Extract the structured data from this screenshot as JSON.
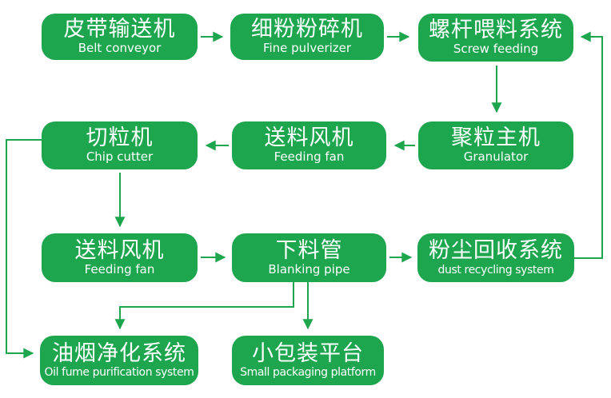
{
  "colors": {
    "node_green": "#1ea64f",
    "text_white": "#ffffff",
    "background": "#ffffff"
  },
  "nodes": [
    {
      "id": "belt-conveyor",
      "zh": "皮带输送机",
      "en": "Belt conveyor"
    },
    {
      "id": "fine-pulverizer",
      "zh": "细粉粉碎机",
      "en": "Fine pulverizer"
    },
    {
      "id": "screw-feeding",
      "zh": "螺杆喂料系统",
      "en": "Screw feeding"
    },
    {
      "id": "chip-cutter",
      "zh": "切粒机",
      "en": "Chip cutter"
    },
    {
      "id": "feeding-fan-upper",
      "zh": "送料风机",
      "en": "Feeding fan"
    },
    {
      "id": "granulator",
      "zh": "聚粒主机",
      "en": "Granulator"
    },
    {
      "id": "feeding-fan-lower",
      "zh": "送料风机",
      "en": "Feeding fan"
    },
    {
      "id": "blanking-pipe",
      "zh": "下料管",
      "en": "Blanking pipe"
    },
    {
      "id": "dust-recycling-system",
      "zh": "粉尘回收系统",
      "en": "dust recycling system"
    },
    {
      "id": "oil-fume-purification-system",
      "zh": "油烟净化系统",
      "en": "Oil fume purification system"
    },
    {
      "id": "small-packaging-platform",
      "zh": "小包装平台",
      "en": "Small packaging platform"
    }
  ],
  "connections": [
    {
      "from": "belt-conveyor",
      "to": "fine-pulverizer"
    },
    {
      "from": "fine-pulverizer",
      "to": "screw-feeding"
    },
    {
      "from": "screw-feeding",
      "to": "granulator"
    },
    {
      "from": "granulator",
      "to": "feeding-fan-upper"
    },
    {
      "from": "feeding-fan-upper",
      "to": "chip-cutter"
    },
    {
      "from": "chip-cutter",
      "to": "feeding-fan-lower"
    },
    {
      "from": "feeding-fan-lower",
      "to": "blanking-pipe"
    },
    {
      "from": "blanking-pipe",
      "to": "dust-recycling-system"
    },
    {
      "from": "dust-recycling-system",
      "to": "screw-feeding"
    },
    {
      "from": "chip-cutter",
      "to": "oil-fume-purification-system"
    },
    {
      "from": "blanking-pipe",
      "to": "oil-fume-purification-system"
    },
    {
      "from": "blanking-pipe",
      "to": "small-packaging-platform"
    }
  ]
}
